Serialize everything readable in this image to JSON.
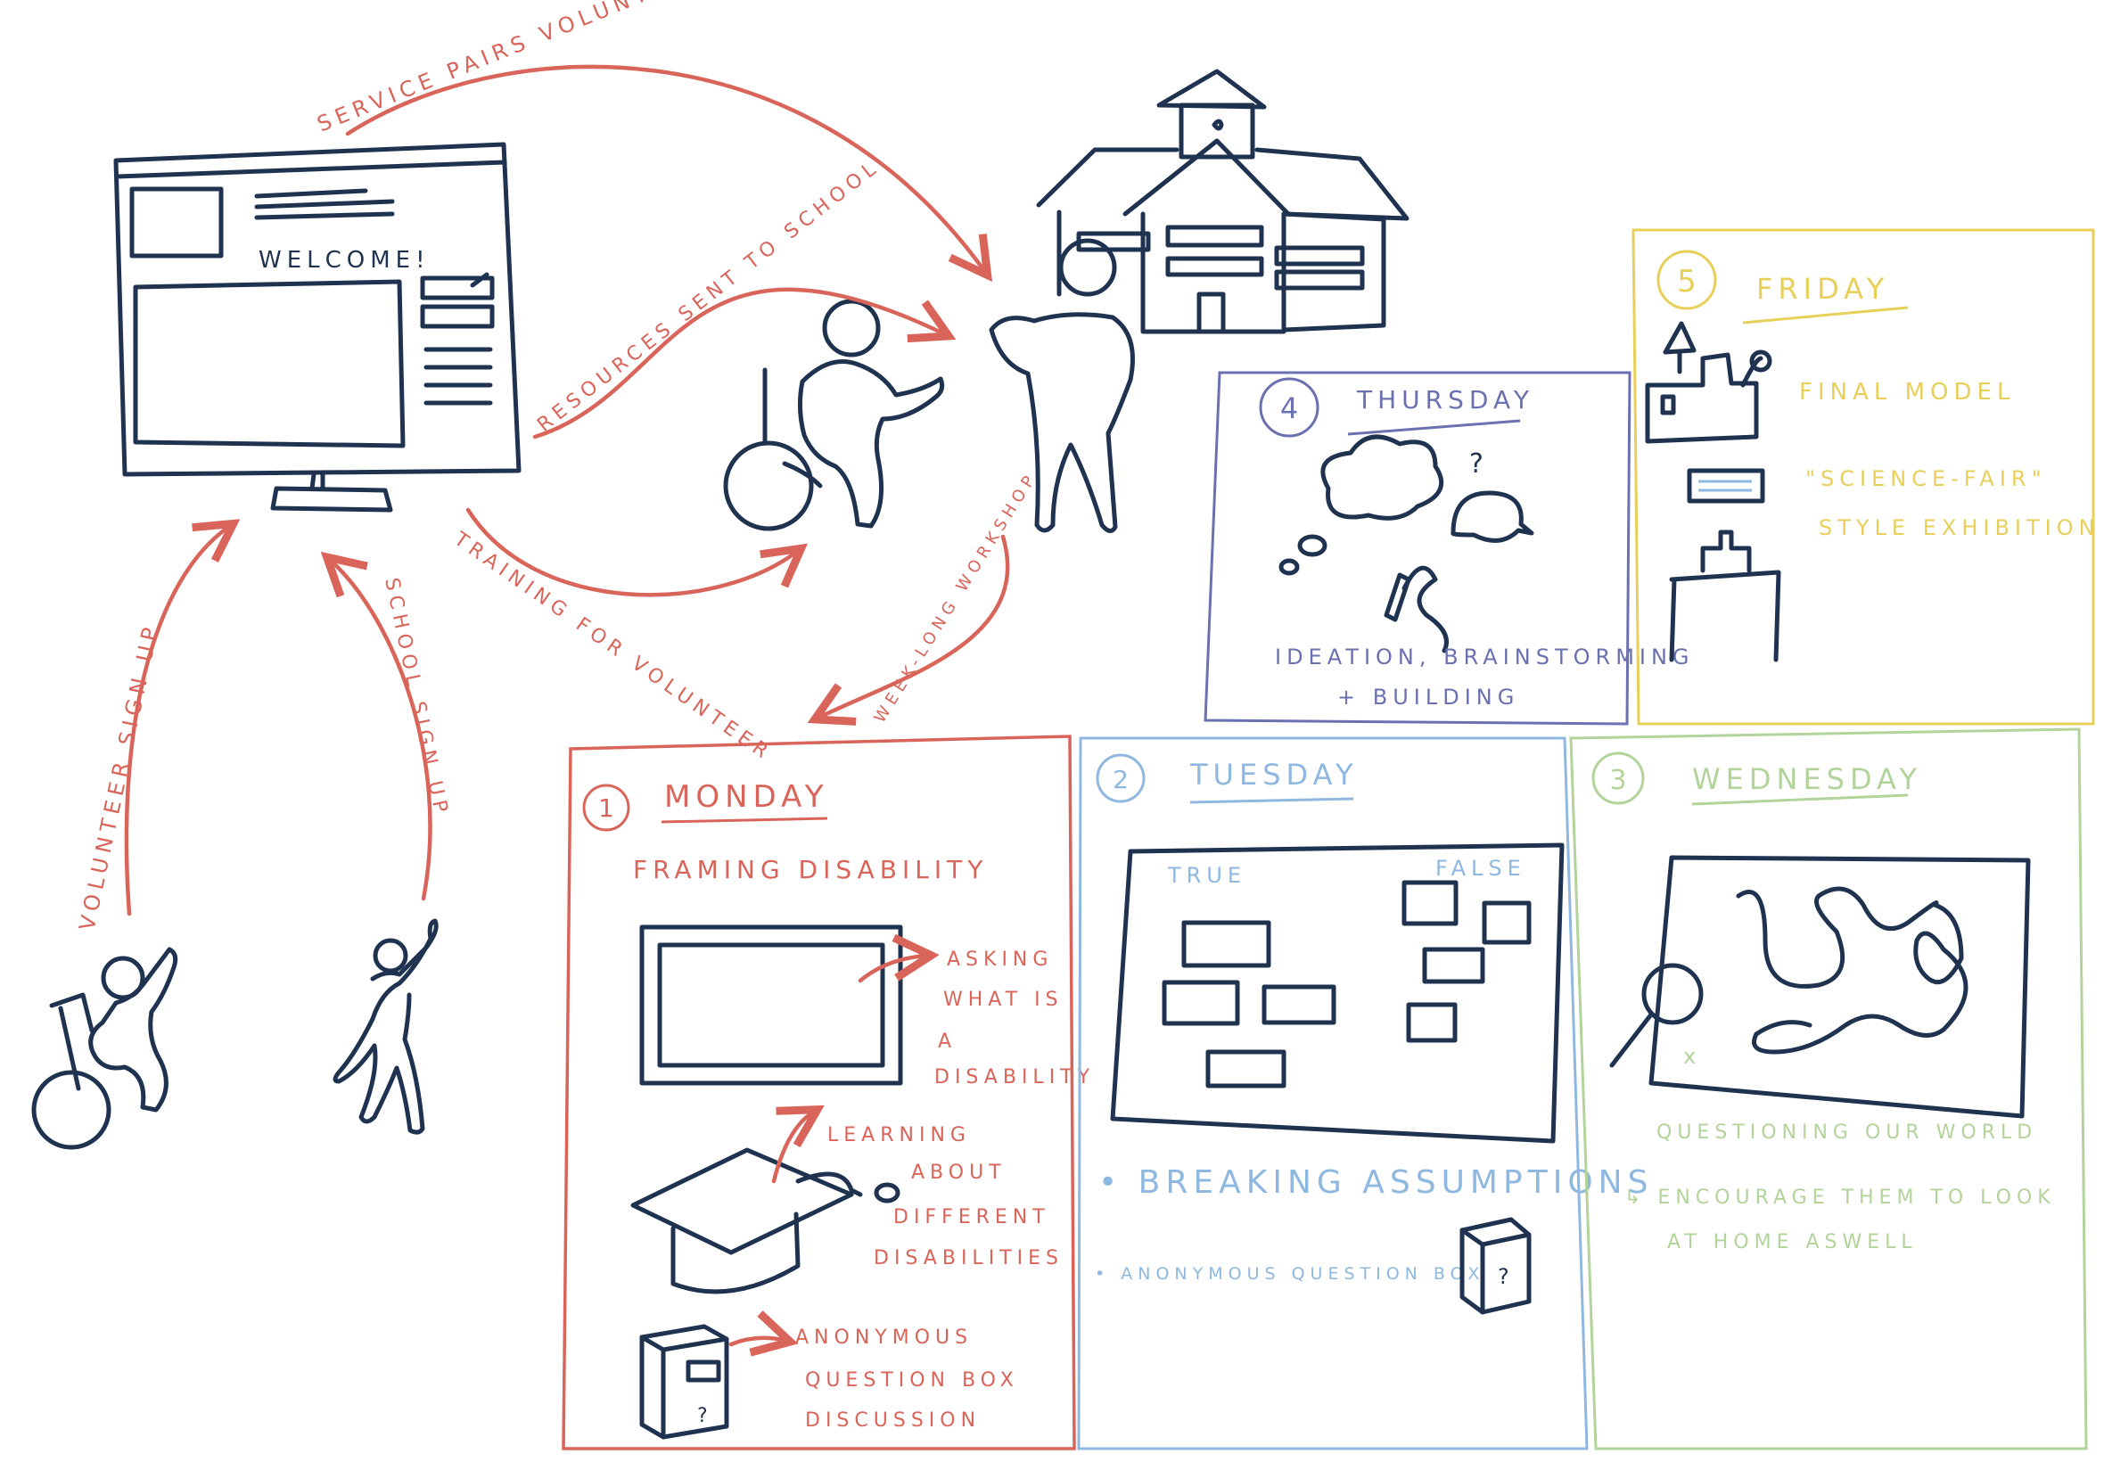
{
  "colors": {
    "ink": "#1f3350",
    "red": "#d9645a",
    "blue": "#8fb8e0",
    "green": "#b2d39a",
    "purple": "#6a70b0",
    "yellow": "#e8cf5a"
  },
  "screen": {
    "welcome": "WELCOME!"
  },
  "flow": {
    "service_pairs": "SERVICE PAIRS VOLUNTEER + SCHOOL TOGETHER",
    "resources_sent": "RESOURCES SENT TO SCHOOL",
    "training": "TRAINING FOR VOLUNTEER",
    "week_long": "WEEK-LONG WORKSHOP",
    "volunteer_sign_up": "VOLUNTEER SIGN UP",
    "school_sign_up": "SCHOOL SIGN UP"
  },
  "days": {
    "monday": {
      "num": "1",
      "title": "MONDAY",
      "subtitle": "FRAMING DISABILITY",
      "note1": [
        "ASKING",
        "WHAT IS",
        "A",
        "DISABILITY"
      ],
      "note2": [
        "LEARNING",
        "ABOUT",
        "DIFFERENT",
        "DISABILITIES"
      ],
      "note3": [
        "ANONYMOUS",
        "QUESTION BOX",
        "DISCUSSION"
      ]
    },
    "tuesday": {
      "num": "2",
      "title": "TUESDAY",
      "board_true": "TRUE",
      "board_false": "FALSE",
      "bullet1": "• BREAKING ASSUMPTIONS",
      "bullet2": "• ANONYMOUS QUESTION BOX"
    },
    "wednesday": {
      "num": "3",
      "title": "WEDNESDAY",
      "line1": "QUESTIONING OUR WORLD",
      "line2": "↳ ENCOURAGE THEM TO LOOK",
      "line3": "AT HOME ASWELL"
    },
    "thursday": {
      "num": "4",
      "title": "THURSDAY",
      "line1": "IDEATION, BRAINSTORMING",
      "line2": "+ BUILDING"
    },
    "friday": {
      "num": "5",
      "title": "FRIDAY",
      "line1": "FINAL MODEL",
      "line2": "\"SCIENCE-FAIR\"",
      "line3": "STYLE EXHIBITION"
    }
  }
}
